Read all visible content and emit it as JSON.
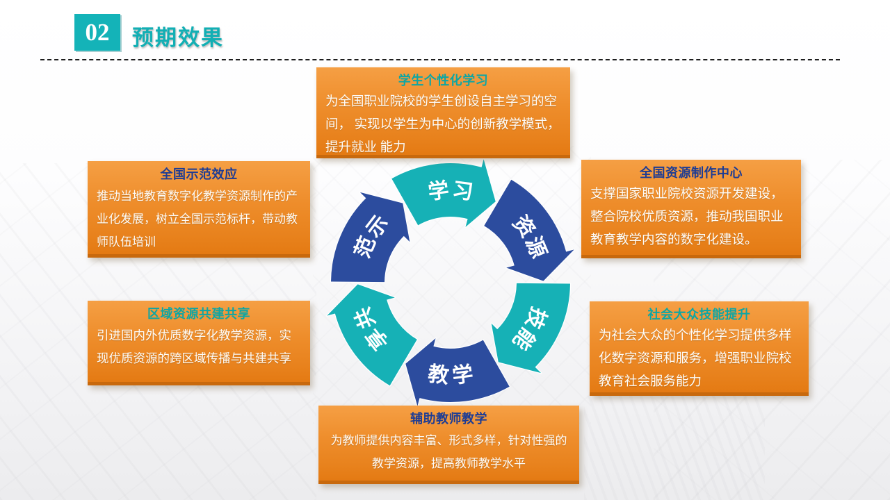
{
  "slide": {
    "badge_number": "02",
    "title": "预期效果"
  },
  "cycle": {
    "colors": {
      "teal": "#16B1B6",
      "blue": "#2C4C9E"
    },
    "segments": [
      {
        "key": "xuexi",
        "label": "学习",
        "color": "teal",
        "angle": -90,
        "dir": 1,
        "tops": "out"
      },
      {
        "key": "ziyuan",
        "label": "资源",
        "color": "blue",
        "angle": -30,
        "dir": 1,
        "tops": "out"
      },
      {
        "key": "jineng",
        "label": "技能",
        "color": "teal",
        "angle": 30,
        "dir": 1,
        "tops": "out"
      },
      {
        "key": "jiaoxue",
        "label": "教学",
        "color": "blue",
        "angle": 90,
        "dir": -1,
        "tops": "in"
      },
      {
        "key": "gongxiang",
        "label": "共享",
        "color": "teal",
        "angle": 150,
        "dir": -1,
        "tops": "out"
      },
      {
        "key": "shifan",
        "label": "示范",
        "color": "blue",
        "angle": 210,
        "dir": -1,
        "tops": "out"
      }
    ]
  },
  "boxes": [
    {
      "title": "学生个性化学习",
      "body": "为全国职业院校的学生创设自主学习的空间， 实现以学生为中心的创新教学模式，提升就业 能力"
    },
    {
      "title": "全国示范效应",
      "body": "推动当地教育数字化教学资源制作的产业化发展，树立全国示范标杆，带动教师队伍培训"
    },
    {
      "title": "全国资源制作中心",
      "body": "支撑国家职业院校资源开发建设，整合院校优质资源，推动我国职业教育教学内容的数字化建设。"
    },
    {
      "title": "区域资源共建共享",
      "body": "引进国内外优质数字化教学资源，实现优质资源的跨区域传播与共建共享"
    },
    {
      "title": "社会大众技能提升",
      "body": "为社会大众的个性化学习提供多样化数字资源和服务，增强职业院校 教育社会服务能力"
    },
    {
      "title": "辅助教师教学",
      "body": "为教师提供内容丰富、形式多样，针对性强的教学资源，提高教师教学水平"
    }
  ]
}
